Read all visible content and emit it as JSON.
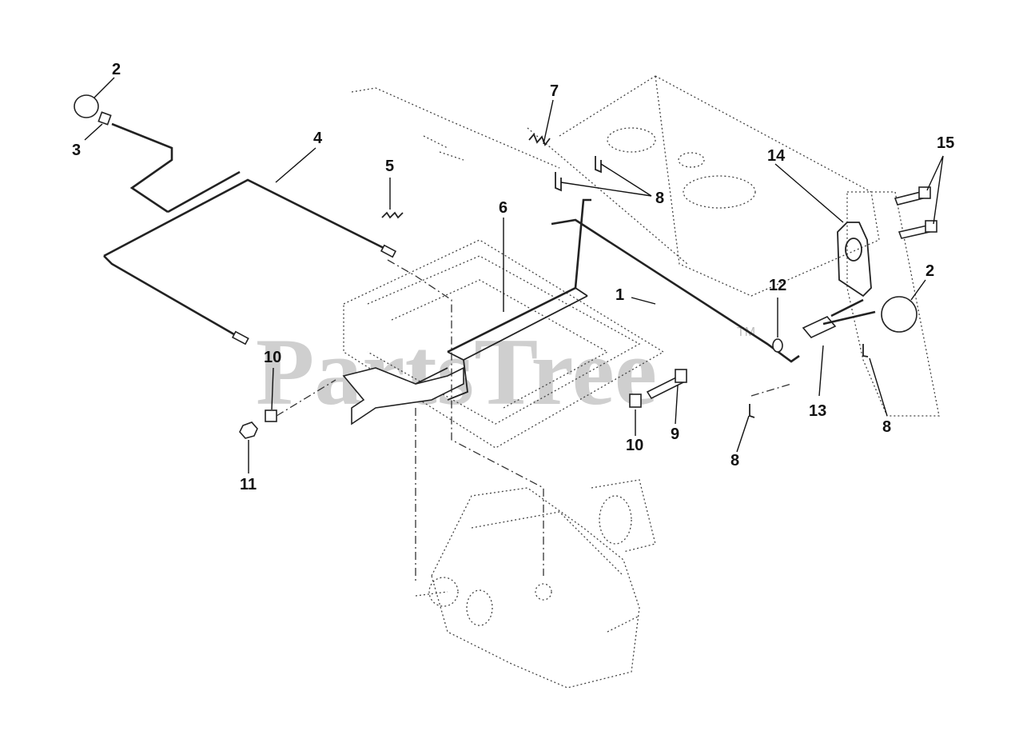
{
  "watermark": {
    "text": "PartsTree",
    "tm": "TM"
  },
  "callouts": {
    "c1": "1",
    "c2a": "2",
    "c2b": "2",
    "c3": "3",
    "c4": "4",
    "c5": "5",
    "c6": "6",
    "c7": "7",
    "c8a": "8",
    "c8b": "8",
    "c8c": "8",
    "c9": "9",
    "c10a": "10",
    "c10b": "10",
    "c11": "11",
    "c12": "12",
    "c13": "13",
    "c14": "14",
    "c15": "15"
  }
}
